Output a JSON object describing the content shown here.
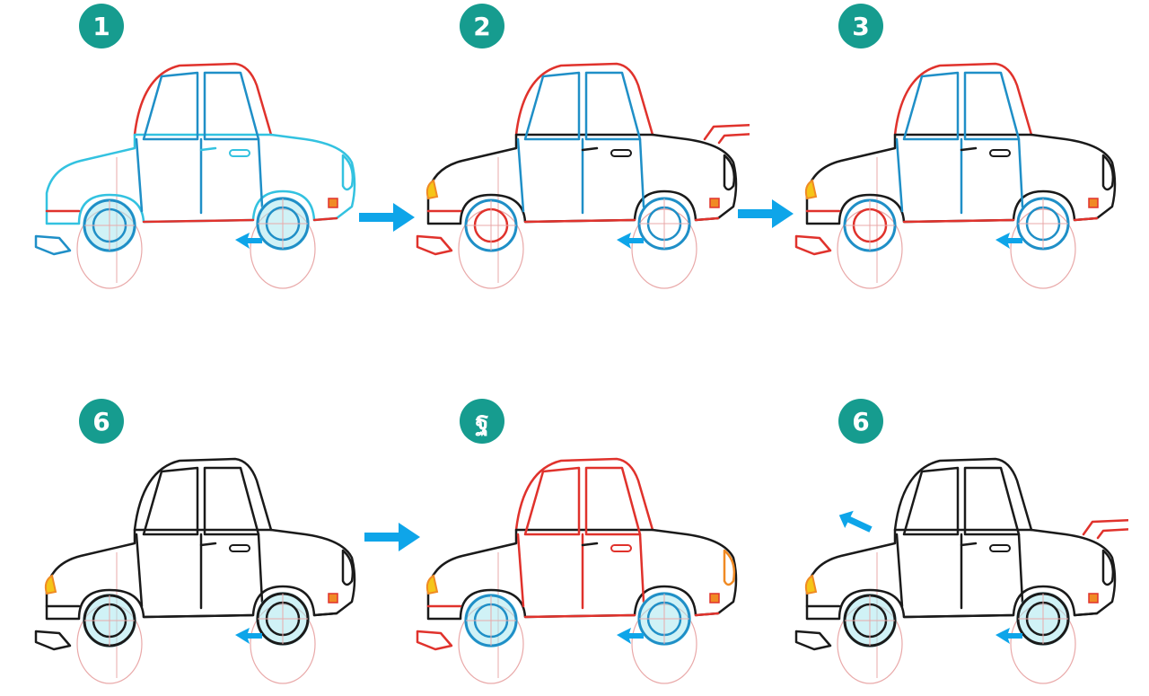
{
  "colors": {
    "badge": "#169c8f",
    "arrow": "#0ea5e9",
    "red": "#e0322c",
    "blue": "#1f8fc7",
    "cyan": "#33c2e0",
    "black": "#1a1a1a",
    "orange": "#f08a24",
    "yellow": "#f5c518",
    "wheel_fill": "#a9e8ef",
    "guide": "#e9a9a9"
  },
  "steps": [
    {
      "number": "1",
      "style": "cyan",
      "wheel_fill": true,
      "spoiler": false,
      "headlight": false
    },
    {
      "number": "2",
      "style": "mixed",
      "wheel_fill": false,
      "spoiler": true,
      "headlight": true
    },
    {
      "number": "3",
      "style": "mixed",
      "wheel_fill": false,
      "spoiler": false,
      "headlight": true
    },
    {
      "number": "6",
      "style": "black",
      "wheel_fill": true,
      "spoiler": false,
      "headlight": true
    },
    {
      "number": "ฐ",
      "style": "red",
      "wheel_fill": true,
      "spoiler": false,
      "headlight": true
    },
    {
      "number": "6",
      "style": "black",
      "wheel_fill": true,
      "spoiler": true,
      "headlight": true
    }
  ],
  "icons": [
    "arrow-right-icon",
    "arrow-left-icon",
    "car-icon",
    "step-number-badge"
  ]
}
